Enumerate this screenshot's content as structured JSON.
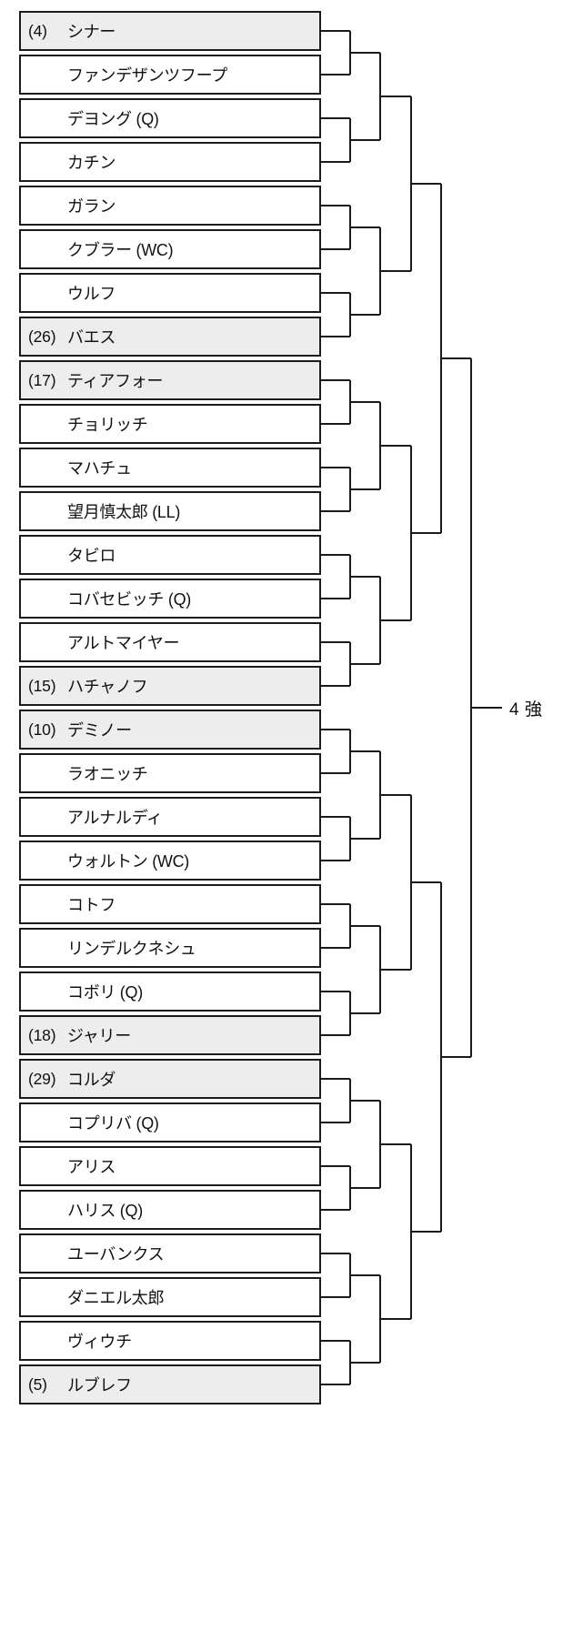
{
  "diagram": {
    "type": "single-elimination-bracket",
    "orientation": "left-to-right",
    "rounds": 5,
    "slot_count": 32,
    "colors": {
      "seeded_row_background": "#ededed",
      "unseeded_row_background": "#ffffff",
      "border": "#1b1b1b",
      "line": "#1b1b1b",
      "text": "#111111",
      "page_background": "#ffffff"
    }
  },
  "round_labels": [
    {
      "label": "4 強",
      "name": "semifinal-label"
    }
  ],
  "slots": [
    {
      "seed": "(4)",
      "name": "シナー",
      "seeded": true
    },
    {
      "seed": "",
      "name": "ファンデザンツフープ",
      "seeded": false
    },
    {
      "seed": "",
      "name": "デヨング (Q)",
      "seeded": false
    },
    {
      "seed": "",
      "name": "カチン",
      "seeded": false
    },
    {
      "seed": "",
      "name": "ガラン",
      "seeded": false
    },
    {
      "seed": "",
      "name": "クブラー (WC)",
      "seeded": false
    },
    {
      "seed": "",
      "name": "ウルフ",
      "seeded": false
    },
    {
      "seed": "(26)",
      "name": "バエス",
      "seeded": true
    },
    {
      "seed": "(17)",
      "name": "ティアフォー",
      "seeded": true
    },
    {
      "seed": "",
      "name": "チョリッチ",
      "seeded": false
    },
    {
      "seed": "",
      "name": "マハチュ",
      "seeded": false
    },
    {
      "seed": "",
      "name": "望月慎太郎 (LL)",
      "seeded": false
    },
    {
      "seed": "",
      "name": "タビロ",
      "seeded": false
    },
    {
      "seed": "",
      "name": "コバセビッチ (Q)",
      "seeded": false
    },
    {
      "seed": "",
      "name": "アルトマイヤー",
      "seeded": false
    },
    {
      "seed": "(15)",
      "name": "ハチャノフ",
      "seeded": true
    },
    {
      "seed": "(10)",
      "name": "デミノー",
      "seeded": true
    },
    {
      "seed": "",
      "name": "ラオニッチ",
      "seeded": false
    },
    {
      "seed": "",
      "name": "アルナルディ",
      "seeded": false
    },
    {
      "seed": "",
      "name": "ウォルトン (WC)",
      "seeded": false
    },
    {
      "seed": "",
      "name": "コトフ",
      "seeded": false
    },
    {
      "seed": "",
      "name": "リンデルクネシュ",
      "seeded": false
    },
    {
      "seed": "",
      "name": "コボリ (Q)",
      "seeded": false
    },
    {
      "seed": "(18)",
      "name": "ジャリー",
      "seeded": true
    },
    {
      "seed": "(29)",
      "name": "コルダ",
      "seeded": true
    },
    {
      "seed": "",
      "name": "コプリバ (Q)",
      "seeded": false
    },
    {
      "seed": "",
      "name": "アリス",
      "seeded": false
    },
    {
      "seed": "",
      "name": "ハリス (Q)",
      "seeded": false
    },
    {
      "seed": "",
      "name": "ユーバンクス",
      "seeded": false
    },
    {
      "seed": "",
      "name": "ダニエル太郎",
      "seeded": false
    },
    {
      "seed": "",
      "name": "ヴィウチ",
      "seeded": false
    },
    {
      "seed": "(5)",
      "name": "ルブレフ",
      "seeded": true
    }
  ]
}
